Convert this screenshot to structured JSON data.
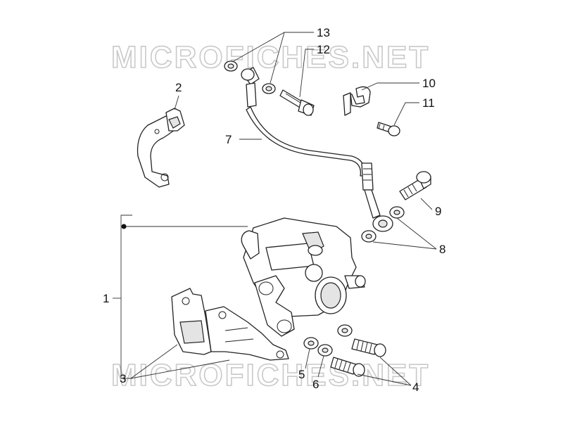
{
  "watermark": {
    "top": "MICROFICHES.NET",
    "bottom": "MICROFICHES.NET"
  },
  "callouts": {
    "c1": "1",
    "c2": "2",
    "c3": "3",
    "c4": "4",
    "c5": "5",
    "c6": "6",
    "c7": "7",
    "c8": "8",
    "c9": "9",
    "c10": "10",
    "c11": "11",
    "c12": "12",
    "c13": "13"
  },
  "colors": {
    "line": "#222222",
    "watermark": "#c9c9c9",
    "background": "#ffffff"
  }
}
